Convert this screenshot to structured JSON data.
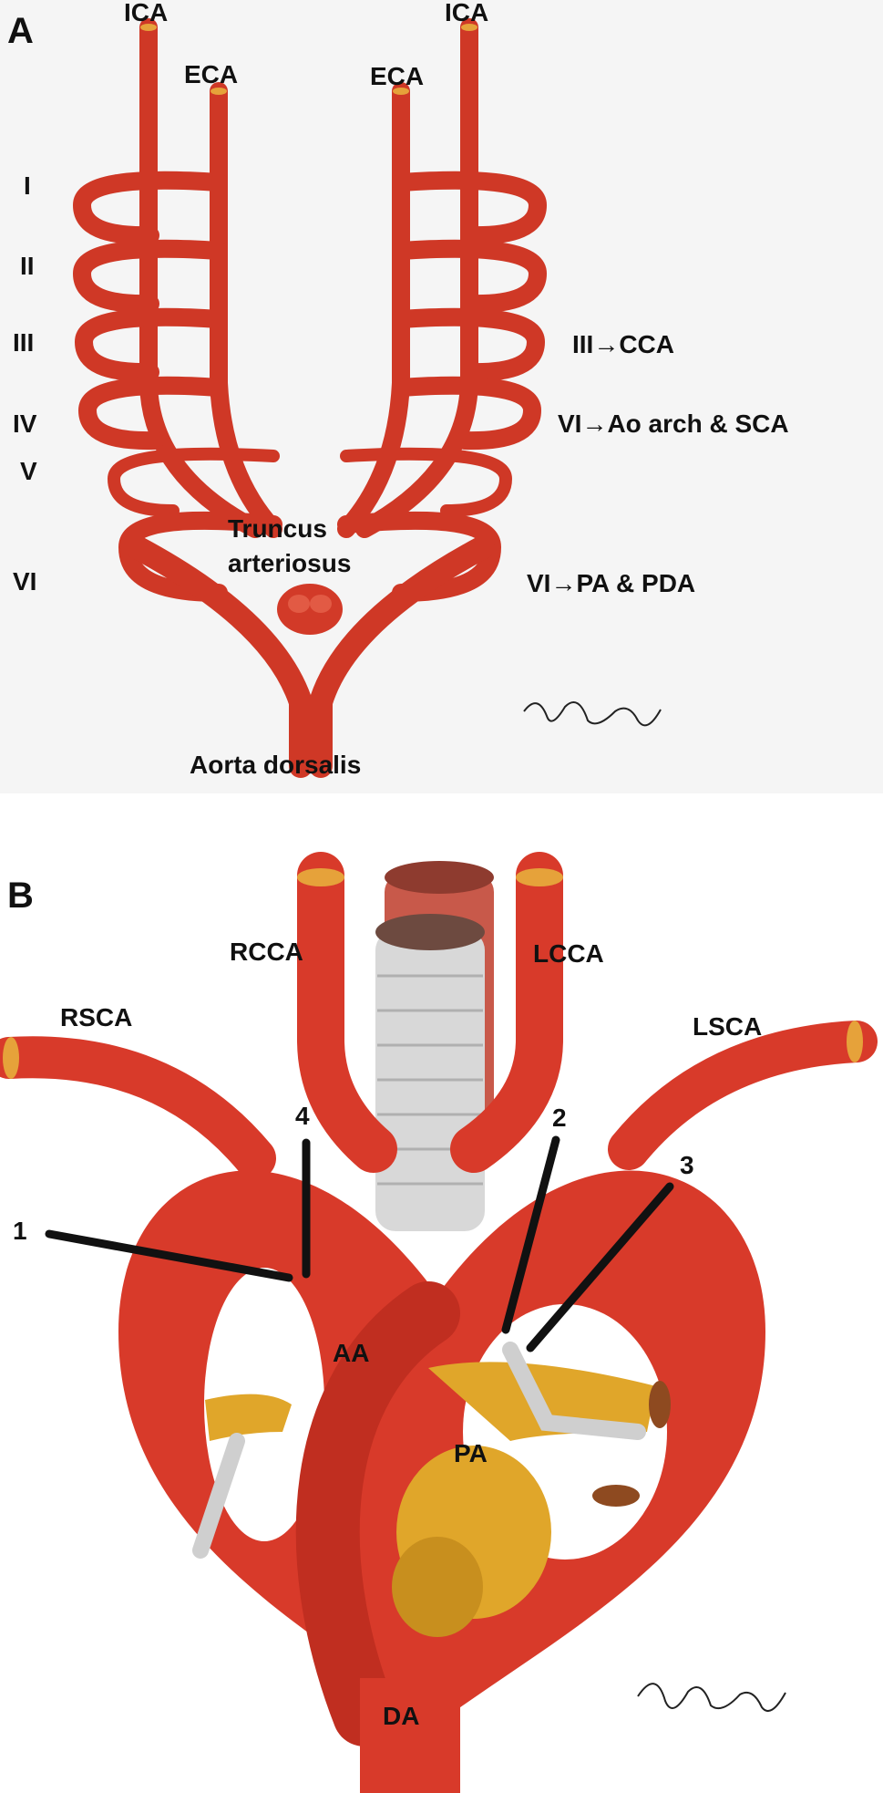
{
  "panel_a": {
    "letter": "A",
    "ica_left": "ICA",
    "ica_right": "ICA",
    "eca_left": "ECA",
    "eca_right": "ECA",
    "arch_numerals": [
      "I",
      "II",
      "III",
      "IV",
      "V",
      "VI"
    ],
    "truncus_line1": "Truncus",
    "truncus_line2": "arteriosus",
    "aorta_dorsalis": "Aorta dorsalis",
    "fate_iii": "III→CCA",
    "fate_iv": "VI→Ao arch & SCA",
    "fate_vi": "VI→PA & PDA",
    "signature": "Yuqi"
  },
  "panel_b": {
    "letter": "B",
    "rcca": "RCCA",
    "lcca": "LCCA",
    "rsca": "RSCA",
    "lsca": "LSCA",
    "aa": "AA",
    "pa": "PA",
    "da": "DA",
    "pointer_1": "1",
    "pointer_2": "2",
    "pointer_3": "3",
    "pointer_4": "4",
    "signature": "Yuqi"
  },
  "colors": {
    "artery": "#d83a2a",
    "artery_dark": "#a8261a",
    "pulmonary": "#e0a62a",
    "trachea": "#d8d8d8",
    "esophagus": "#c8594a"
  }
}
